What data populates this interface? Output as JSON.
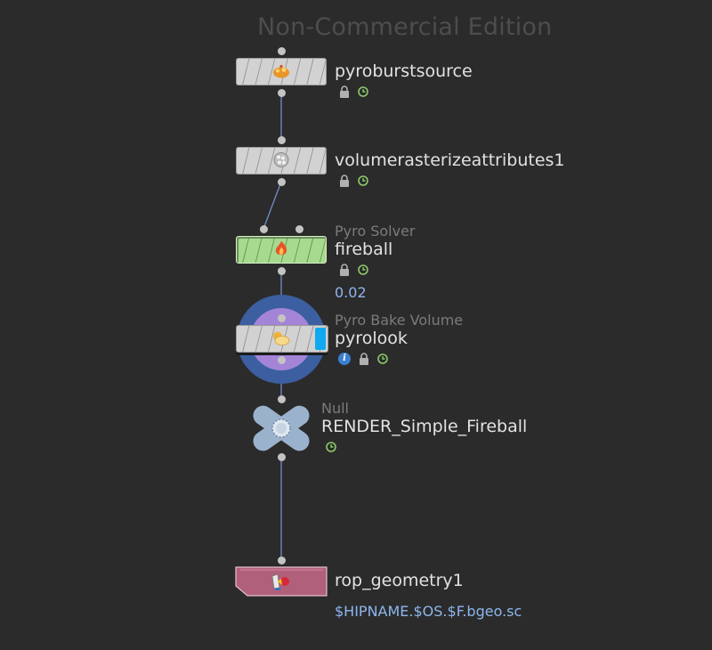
{
  "watermark": "Non-Commercial Edition",
  "nodes": [
    {
      "name": "pyroburstsource",
      "type": "",
      "info": "",
      "icon": "pyro-burst-icon"
    },
    {
      "name": "volumerasterizeattributes1",
      "type": "",
      "info": "",
      "icon": "volume-rasterize-icon"
    },
    {
      "name": "fireball",
      "type": "Pyro Solver",
      "info": "0.02",
      "icon": "fire-icon"
    },
    {
      "name": "pyrolook",
      "type": "Pyro Bake Volume",
      "info": "",
      "icon": "cloud-sun-icon"
    },
    {
      "name": "RENDER_Simple_Fireball",
      "type": "Null",
      "info": "",
      "icon": "null-gear-icon"
    },
    {
      "name": "rop_geometry1",
      "type": "",
      "info": "$HIPNAME.$OS.$F.bgeo.sc",
      "icon": "rop-geometry-icon"
    }
  ],
  "colors": {
    "background": "#2b2b2b",
    "wire": "#6e8fc7",
    "solver_green": "#a7d98f",
    "rop_pink": "#b0607a",
    "null_blue": "#9bb2cc",
    "bake_ring_outer": "#3b5fa0",
    "bake_ring_inner": "#a484d6",
    "display_flag": "#10a9f0",
    "info_text": "#8db6ee"
  }
}
